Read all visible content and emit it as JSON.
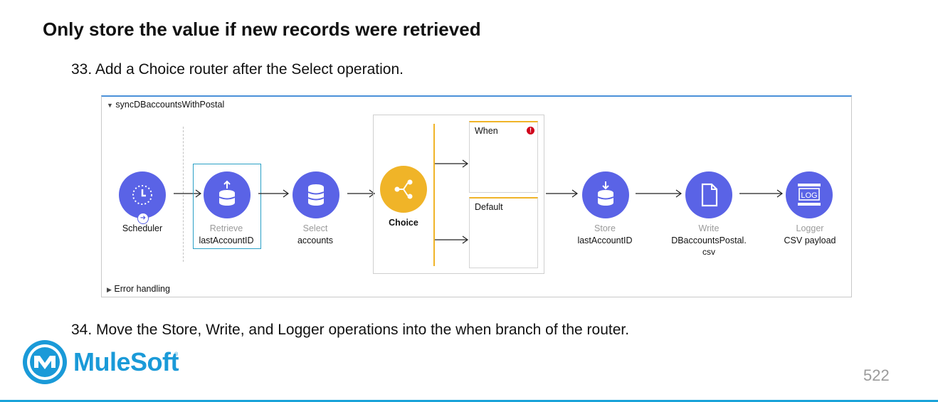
{
  "heading": "Only store the value if new records were retrieved",
  "steps": {
    "step33": "33. Add a Choice router after the Select operation.",
    "step34": "34. Move the Store, Write, and Logger operations into the when branch of the router."
  },
  "flow": {
    "name": "syncDBaccountsWithPostal",
    "error_handling": "Error handling",
    "nodes": {
      "scheduler": {
        "main": "Scheduler",
        "icon": "clock-icon"
      },
      "retrieve": {
        "top": "Retrieve",
        "main": "lastAccountID",
        "icon": "database-retrieve-icon"
      },
      "select": {
        "top": "Select",
        "main": "accounts",
        "icon": "database-icon"
      },
      "choice": {
        "main": "Choice",
        "icon": "branch-icon"
      },
      "store": {
        "top": "Store",
        "main": "lastAccountID",
        "icon": "database-store-icon"
      },
      "write": {
        "top": "Write",
        "main": "DBaccountsPostal.",
        "main2": "csv",
        "icon": "file-icon"
      },
      "logger": {
        "top": "Logger",
        "main": "CSV payload",
        "icon": "log-icon",
        "icon_text": "LOG"
      }
    },
    "routes": {
      "when": "When",
      "default": "Default",
      "error_mark": "!"
    }
  },
  "footer": {
    "logo": "MuleSoft",
    "trademark": "®",
    "page_number": "522"
  },
  "colors": {
    "node": "#5a63e6",
    "choice": "#f0b428",
    "accent": "#1a9ad8",
    "error": "#d0021b"
  }
}
